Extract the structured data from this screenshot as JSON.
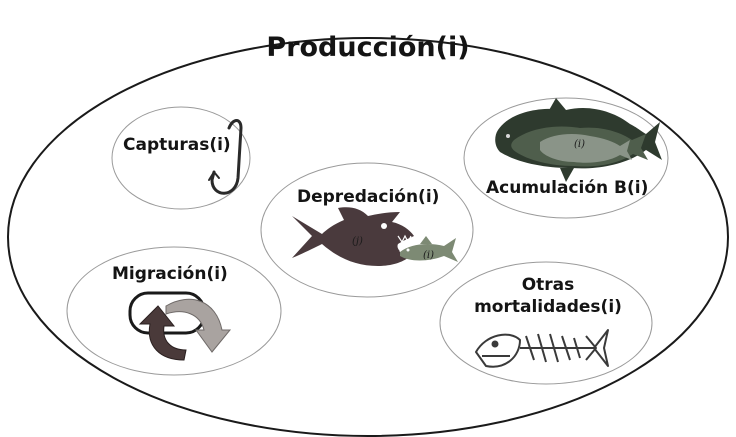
{
  "diagram": {
    "title": "Producción(i)",
    "components": [
      {
        "label": "Capturas(i)",
        "icon": "fish-hook-icon"
      },
      {
        "label": "Depredación(i)",
        "icon": "predator-fish-icon",
        "predator_tag": "(j)",
        "prey_tag": "(i)"
      },
      {
        "label": "Acumulación B(i)",
        "icon": "fish-school-icon",
        "tag": "(i)"
      },
      {
        "label": "Migración(i)",
        "icon": "circular-arrows-icon"
      },
      {
        "label": "Otras mortalidades(i)",
        "line1": "Otras",
        "line2": "mortalidades(i)",
        "icon": "fish-skeleton-icon"
      }
    ]
  },
  "colors": {
    "outline": "#1a1a1a",
    "ellipse_stroke": "#9a9a9a",
    "predator_fish": "#4a3a3d",
    "prey_fish": "#7d8a74",
    "school_dark": "#2e3a2e",
    "school_mid": "#4f5e4c",
    "school_light": "#8a9488",
    "arrow_dark": "#4a3a3a",
    "arrow_light": "#a9a3a0",
    "skeleton": "#3a3a3a"
  }
}
